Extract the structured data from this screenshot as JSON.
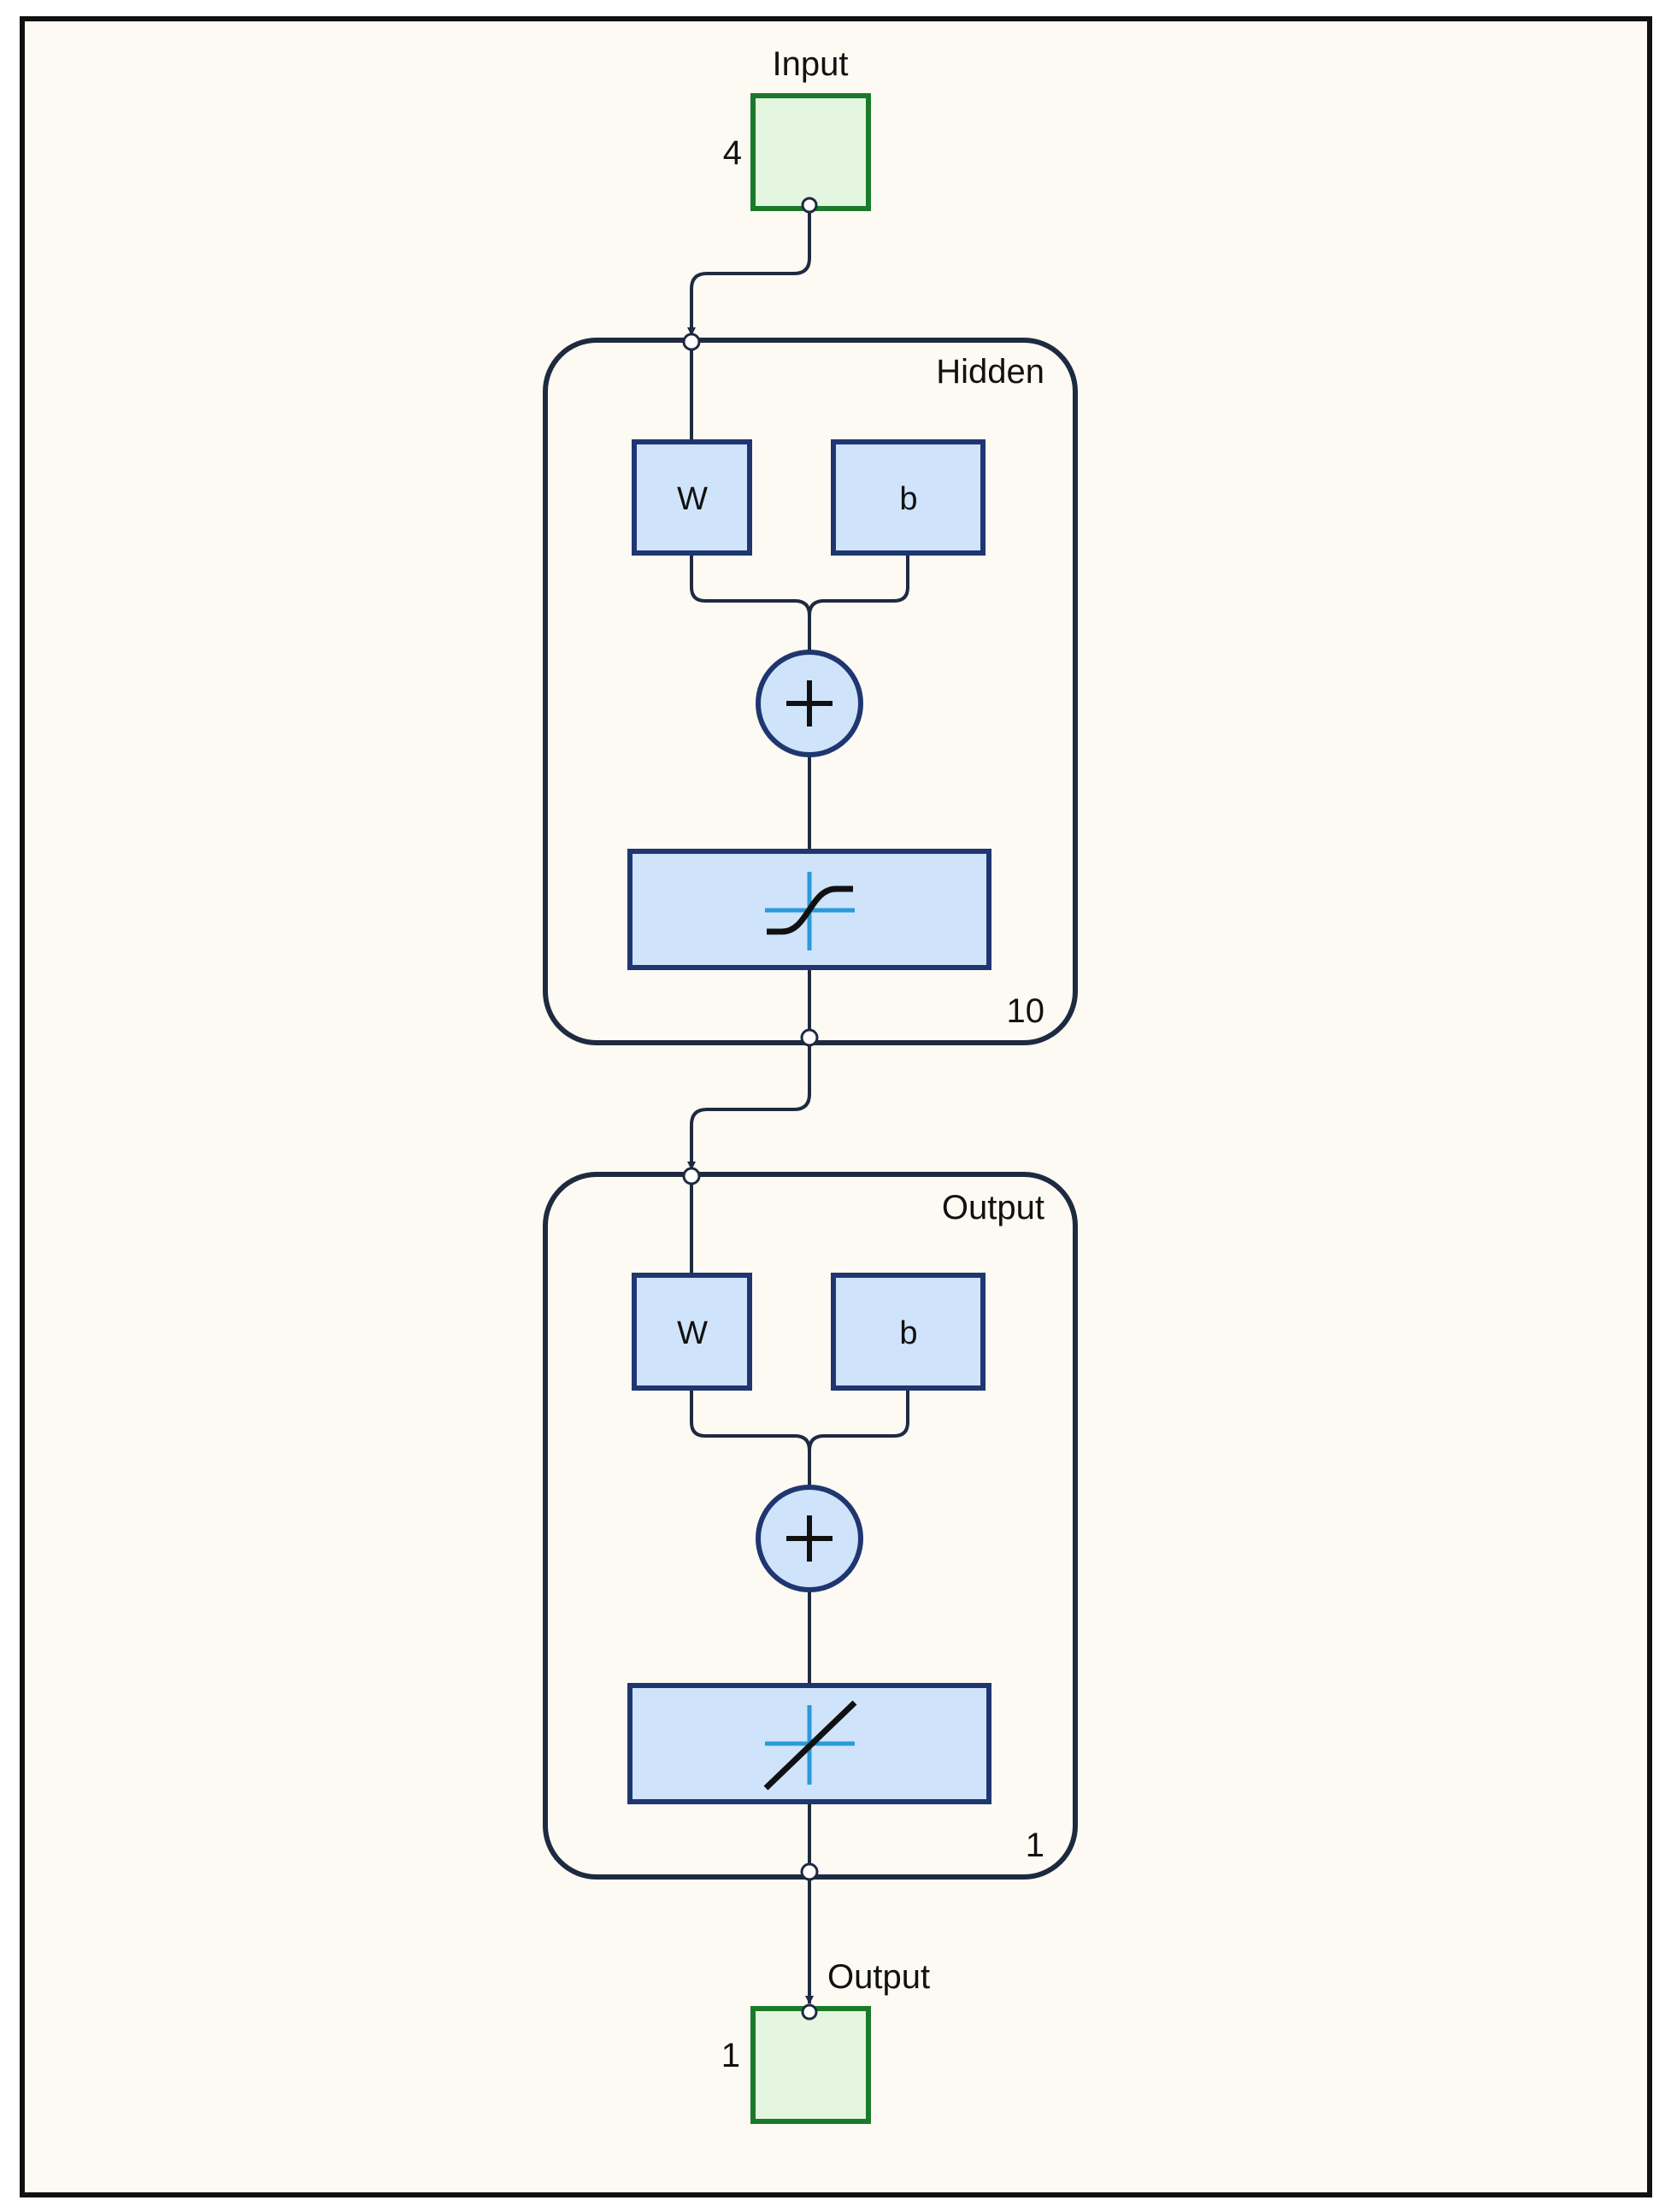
{
  "input": {
    "label": "Input",
    "size": "4"
  },
  "hidden": {
    "title": "Hidden",
    "size": "10",
    "weight_label": "W",
    "bias_label": "b",
    "transfer_icon": "sigmoid-transfer-icon"
  },
  "output_layer": {
    "title": "Output",
    "size": "1",
    "weight_label": "W",
    "bias_label": "b",
    "transfer_icon": "linear-transfer-icon"
  },
  "output": {
    "label": "Output",
    "size": "1"
  },
  "colors": {
    "background": "#fdfaf3",
    "frame": "#111111",
    "node_fill": "#e4f6df",
    "node_stroke": "#1a7a2a",
    "block_fill": "#cfe3fb",
    "block_stroke": "#1f3670",
    "layer_stroke": "#1e2a40",
    "wire": "#1e2a40",
    "cross": "#2a9ad8"
  }
}
